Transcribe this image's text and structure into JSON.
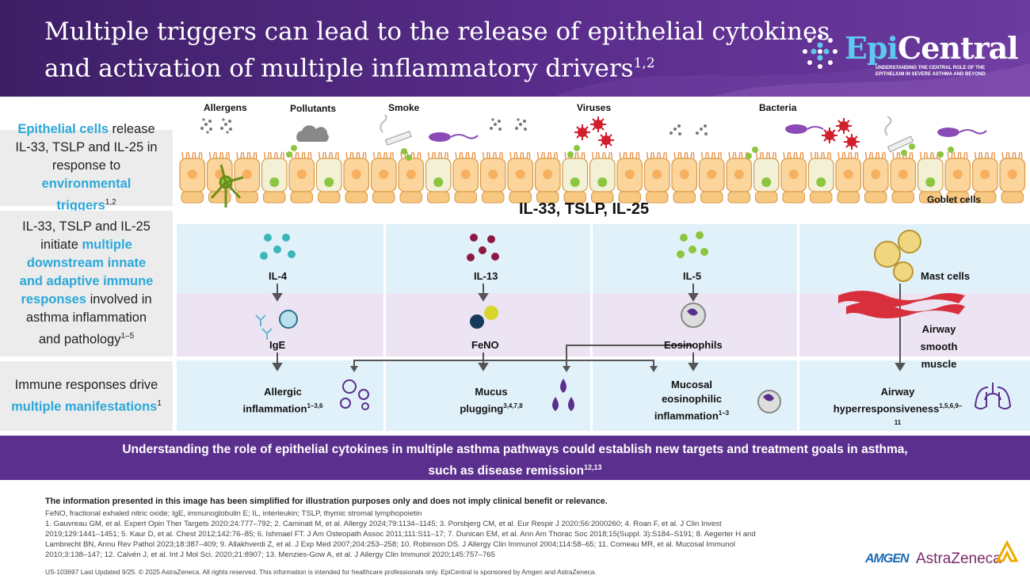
{
  "header": {
    "title_line1": "Multiple triggers can lead to the release of epithelial cytokines",
    "title_line2": "and activation of multiple inflammatory drivers",
    "title_refs": "1,2",
    "logo_name_a": "Epi",
    "logo_name_b": "Central",
    "logo_tagline": "UNDERSTANDING THE CENTRAL ROLE OF THE EPITHELIUM IN SEVERE ASTHMA AND BEYOND"
  },
  "left": {
    "row1": {
      "hl1": "Epithelial cells",
      "t1": " release IL-33, TSLP and IL-25 in response to ",
      "hl2": "environmental triggers",
      "ref": "1,2"
    },
    "row2": {
      "t1": "IL-33, TSLP and IL-25 initiate ",
      "hl": "multiple downstream innate and adaptive immune responses",
      "t2": " involved in asthma inflammation and pathology",
      "ref": "1–5"
    },
    "row3": {
      "t1": "Immune responses drive ",
      "hl": "multiple manifestations",
      "ref": "1"
    }
  },
  "triggers": [
    "Allergens",
    "Pollutants",
    "Smoke",
    "Viruses",
    "Bacteria"
  ],
  "cytokines_label": "IL-33, TSLP, IL-25",
  "goblet_label": "Goblet cells",
  "columns": [
    {
      "mediator": "IL-4",
      "effector": "IgE",
      "manifest": "Allergic inflammation",
      "ref": "1–3,6"
    },
    {
      "mediator": "IL-13",
      "effector": "FeNO",
      "manifest": "Mucus plugging",
      "ref": "3,4,7,8"
    },
    {
      "mediator": "IL-5",
      "effector": "Eosinophils",
      "manifest": "Mucosal eosinophilic inflammation",
      "ref": "1–3"
    },
    {
      "mediator": "Mast cells",
      "effector": "Airway smooth muscle",
      "manifest": "Airway hyperresponsiveness",
      "ref": "1,5,6,9–11"
    }
  ],
  "colors": {
    "purple": "#5b2f8e",
    "blue_band": "#e1f1fa",
    "lilac_band": "#ece4f3",
    "accent": "#2ca8d9"
  },
  "banner": {
    "line1": "Understanding the role of epithelial cytokines in multiple asthma pathways could establish new targets and treatment goals in asthma,",
    "line2": "such as disease remission",
    "ref": "12,13"
  },
  "disclaimer": "The information presented in this image has been simplified for illustration purposes only and does not imply clinical benefit or relevance.",
  "abbreviations": "FeNO, fractional exhaled nitric oxide; IgE, immunoglobulin E; IL, interleukin; TSLP, thymic stromal lymphopoietin",
  "references": [
    "1. Gauvreau GM, et al. Expert Opin Ther Targets 2020;24:777–792; 2. Caminati M, et al. Allergy 2024;79:1134–1145; 3. Porsbjerg CM, et al. Eur Respir J 2020;56:2000260; 4. Roan F, et al. J Clin Invest",
    "2019;129:1441–1451; 5. Kaur D, et al. Chest 2012;142:76–85; 6. Ishmael FT. J Am Osteopath Assoc 2011;111:S11–17; 7. Dunican EM, et al. Ann Am Thorac Soc 2018;15(Suppl. 3):S184–S191; 8. Aegerter H and",
    "Lambrecht BN, Annu Rev Pathol 2023;18:387–409; 9. Allakhverdi Z, et al. J Exp Med 2007;204:253–258; 10. Robinson DS. J Allergy Clin Immunol 2004;114:58–65; 11. Comeau MR, et al. Mucosal Immunol",
    "2010;3:138–147; 12. Calvén J, et al. Int J Mol Sci. 2020;21:8907; 13. Menzies-Gow A, et al. J Allergy Clin Immunol 2020;145:757–765"
  ],
  "copyright": "US-103697 Last Updated 9/25. © 2025 AstraZeneca. All rights reserved. This information is intended for healthcare professionals only. EpiCentral is sponsored by Amgen and AstraZeneca.",
  "sponsors": {
    "amgen": "AMGEN",
    "az": "AstraZeneca"
  }
}
